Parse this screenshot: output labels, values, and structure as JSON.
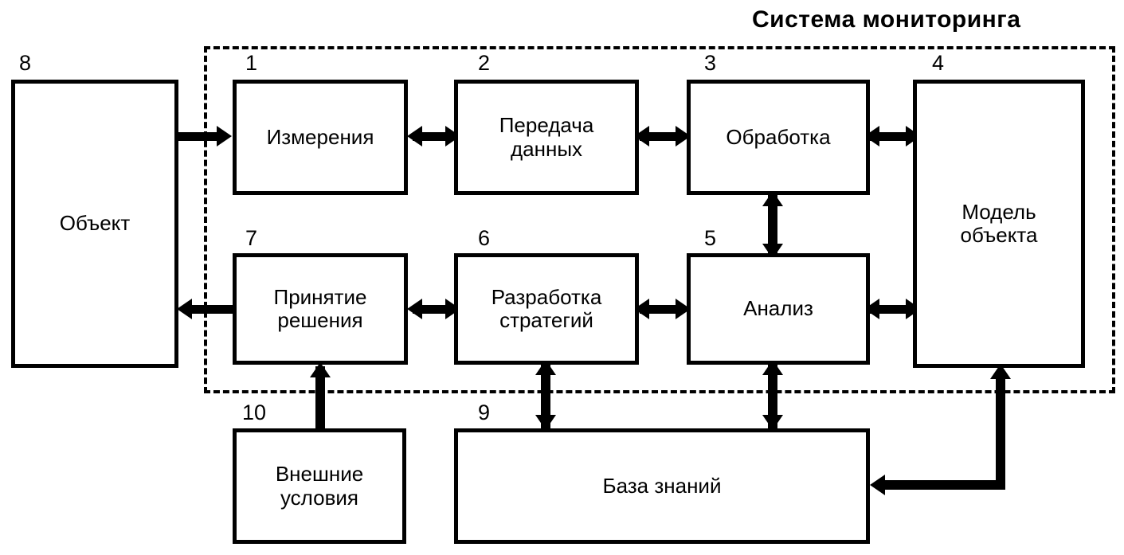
{
  "diagram": {
    "title": "Система мониторинга",
    "blocks": [
      {
        "id": "measurements",
        "number": "1",
        "label": "Измерения"
      },
      {
        "id": "data-transfer",
        "number": "2",
        "label": "Передача\nданных"
      },
      {
        "id": "processing",
        "number": "3",
        "label": "Обработка"
      },
      {
        "id": "object-model",
        "number": "4",
        "label": "Модель\nобъекта"
      },
      {
        "id": "analysis",
        "number": "5",
        "label": "Анализ"
      },
      {
        "id": "strategy",
        "number": "6",
        "label": "Разработка\nстратегий"
      },
      {
        "id": "decision",
        "number": "7",
        "label": "Принятие\nрешения"
      },
      {
        "id": "object",
        "number": "8",
        "label": "Объект"
      },
      {
        "id": "knowledge-base",
        "number": "9",
        "label": "База знаний"
      },
      {
        "id": "external",
        "number": "10",
        "label": "Внешние\nусловия"
      }
    ],
    "colors": {
      "stroke": "#000000",
      "background": "#ffffff"
    }
  }
}
